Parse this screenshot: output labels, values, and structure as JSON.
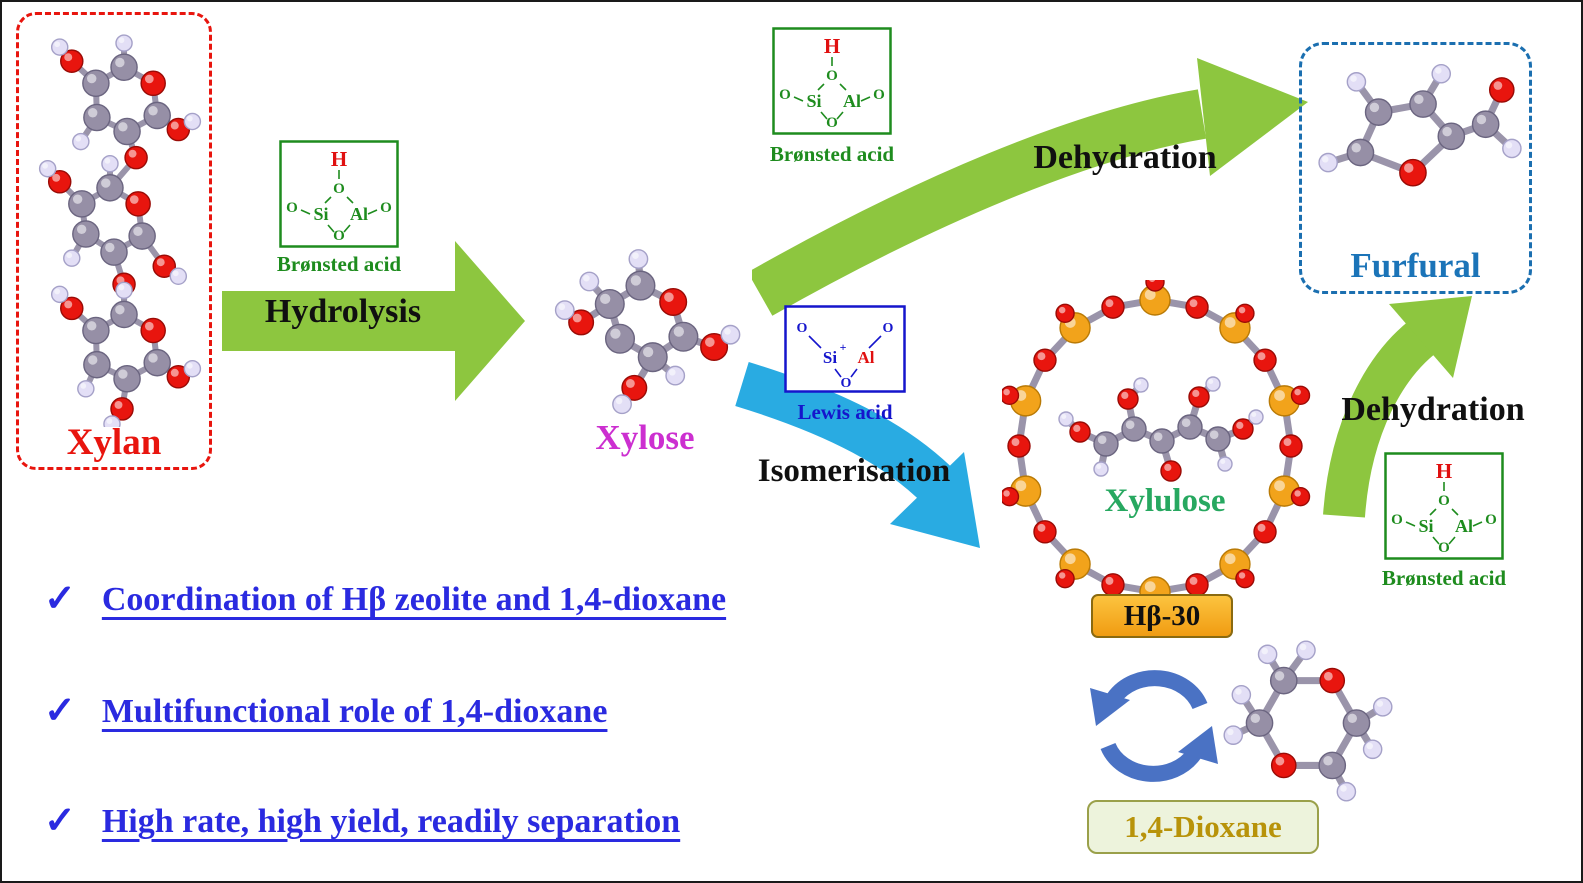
{
  "molecule_labels": {
    "xylan": "Xylan",
    "xylose": "Xylose",
    "furfural": "Furfural",
    "xylulose": "Xylulose",
    "hb30": "Hβ-30",
    "dioxane": "1,4-Dioxane"
  },
  "arrows": {
    "hydrolysis": "Hydrolysis",
    "dehydration_top": "Dehydration",
    "dehydration_right": "Dehydration",
    "isomerisation": "Isomerisation"
  },
  "acid_sites": {
    "bronsted_label": "Brønsted acid",
    "lewis_label": "Lewis acid",
    "h": "H",
    "o": "O",
    "si": "Si",
    "si_plus": "+",
    "al": "Al"
  },
  "bullets": {
    "check": "✓",
    "items": [
      "Coordination of Hβ zeolite and 1,4-dioxane",
      "Multifunctional role of 1,4-dioxane",
      "High rate, high yield, readily separation"
    ]
  },
  "colors": {
    "xylan_label": "#e8150e",
    "xylose_label": "#cc2fd0",
    "furfural_label": "#1b74b8",
    "xylulose_label": "#27a860",
    "dioxane_label": "#b8930a",
    "bullet_text": "#2a2ae0",
    "green_arrow": "#8dc63f",
    "blue_arrow": "#29abe2",
    "recycle_arrow": "#4a72c4",
    "bronsted_green": "#1e8c1e",
    "lewis_blue": "#1515cc",
    "hb30_badge": "#f5a623"
  }
}
